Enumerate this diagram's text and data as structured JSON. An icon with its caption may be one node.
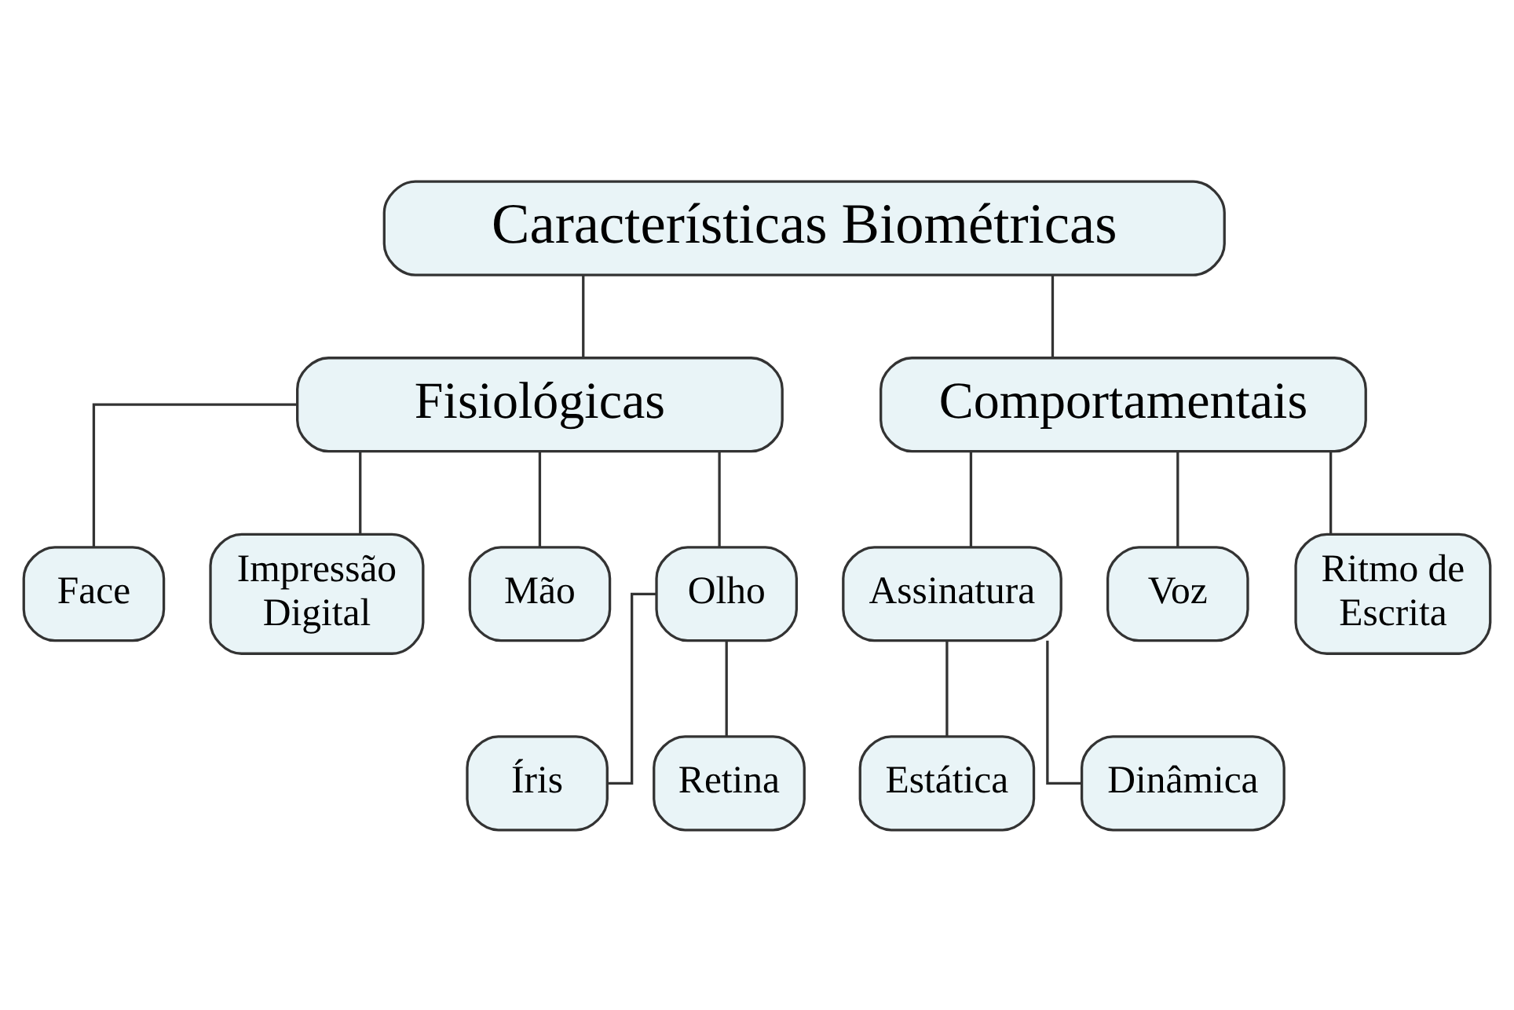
{
  "diagram": {
    "nodes": [
      {
        "text": [
          "Características Biométricas"
        ]
      },
      {
        "text": [
          "Fisiológicas"
        ]
      },
      {
        "text": [
          "Comportamentais"
        ]
      },
      {
        "text": [
          "Face"
        ]
      },
      {
        "text": [
          "Impressão Digital"
        ]
      },
      {
        "text": [
          "Mão"
        ]
      },
      {
        "text": [
          "Olho"
        ]
      },
      {
        "text": [
          "Íris"
        ]
      },
      {
        "text": [
          "Retina"
        ]
      },
      {
        "text": [
          "Assinatura"
        ]
      },
      {
        "text": [
          "Voz"
        ]
      },
      {
        "text": [
          "Ritmo de Escrita"
        ]
      },
      {
        "text": [
          "Estática"
        ]
      },
      {
        "text": [
          "Dinâmica"
        ]
      }
    ],
    "edges": [
      {
        "from": 0,
        "to": 1,
        "arrow": "none"
      },
      {
        "from": 0,
        "to": 2,
        "arrow": "none"
      },
      {
        "from": 1,
        "to": 3,
        "arrow": "none"
      },
      {
        "from": 1,
        "to": 4,
        "arrow": "none"
      },
      {
        "from": 1,
        "to": 5,
        "arrow": "none"
      },
      {
        "from": 1,
        "to": 6,
        "arrow": "none"
      },
      {
        "from": 6,
        "to": 7,
        "arrow": "none"
      },
      {
        "from": 6,
        "to": 8,
        "arrow": "none"
      },
      {
        "from": 2,
        "to": 9,
        "arrow": "none"
      },
      {
        "from": 2,
        "to": 10,
        "arrow": "none"
      },
      {
        "from": 2,
        "to": 11,
        "arrow": "none"
      },
      {
        "from": 9,
        "to": 12,
        "arrow": "none"
      },
      {
        "from": 9,
        "to": 13,
        "arrow": "none"
      }
    ]
  }
}
